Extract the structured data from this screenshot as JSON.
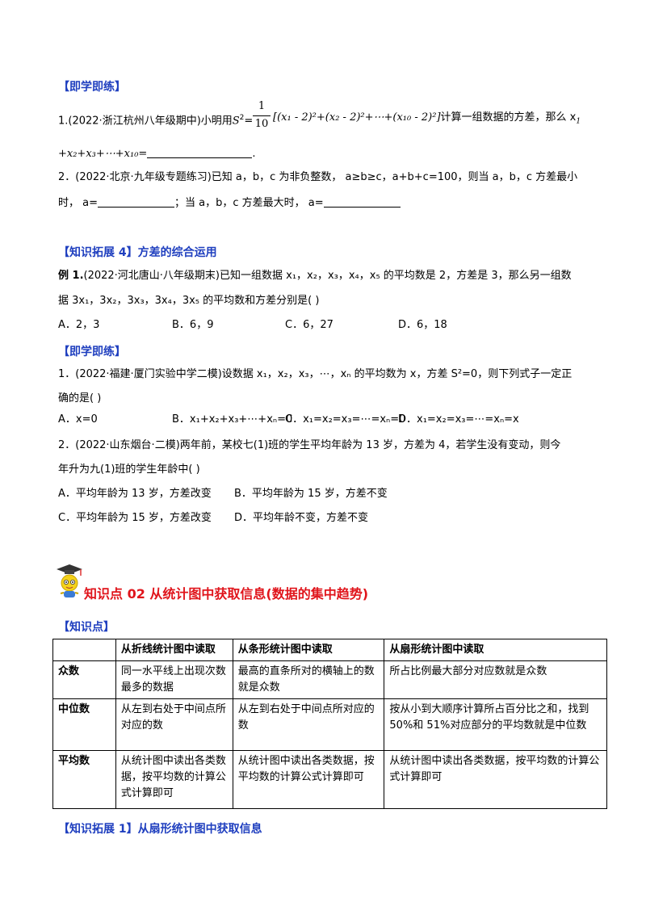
{
  "s1": {
    "tag": "【即学即练】"
  },
  "q1": {
    "prefix": "1.(2022·浙江杭州八年级期中)小明用",
    "s": "S",
    "sup2": "2",
    "eq": "=",
    "num": "1",
    "den": "10",
    "formula": "[(x₁ - 2)²+(x₂ - 2)²+⋯+(x₁₀ - 2)²]",
    "suffix": "计算一组数据的方差，那么 x",
    "sub1": "1",
    "line2": "+x₂+x₃+⋯+x₁₀=",
    "end": "."
  },
  "q2": {
    "line1": "2．(2022·北京·九年级专题练习)已知  a，b，c  为非负整数，  a≥b≥c，a+b+c=100，则当 a，b，c 方差最小",
    "line2a": "时，  a=",
    "line2b": "；当  a，b，c  方差最大时，  a="
  },
  "ext4": {
    "tag": "【知识拓展 4】",
    "title": "方差的综合运用"
  },
  "ex1": {
    "label": "例 1.",
    "line1": "(2022·河北唐山·八年级期末)已知一组数据 x₁，x₂，x₃，x₄，x₅ 的平均数是 2，方差是 3，那么另一组数",
    "line2": "据 3x₁，3x₂，3x₃，3x₄，3x₅ 的平均数和方差分别是(   )",
    "options": [
      "A．2，3",
      "B．6，9",
      "C．6，27",
      "D．6，18"
    ]
  },
  "s2": {
    "tag": "【即学即练】"
  },
  "p1": {
    "line1": "1．(2022·福建·厦门实验中学二模)设数据 x₁，x₂，x₃，⋯，xₙ 的平均数为 x，方差 S²=0，则下列式子一定正",
    "line2": "确的是(       )",
    "options": [
      "A．x=0",
      "B．x₁+x₂+x₃+⋯+xₙ=0",
      "C．x₁=x₂=x₃=⋯=xₙ=0",
      "D．x₁=x₂=x₃=⋯=xₙ=x"
    ]
  },
  "p2": {
    "line1": "2．(2022·山东烟台·二模)两年前，某校七(1)班的学生平均年龄为 13 岁，方差为 4，若学生没有变动，则今",
    "line2": "年升为九(1)班的学生年龄中(       )",
    "optA": "A．平均年龄为 13 岁，方差改变",
    "optB": "B．平均年龄为 15 岁，方差不变",
    "optC": "C．平均年龄为 15 岁，方差改变",
    "optD": "D．平均年龄不变，方差不变"
  },
  "kp2": {
    "title": "知识点 02  从统计图中获取信息(数据的集中趋势)"
  },
  "kd": {
    "tag": "【知识点】"
  },
  "table": {
    "headers": [
      "",
      "从折线统计图中读取",
      "从条形统计图中读取",
      "从扇形统计图中读取"
    ],
    "rows": [
      {
        "label": "众数",
        "c1": "同一水平线上出现次数最多的数据",
        "c2": "最高的直条所对的横轴上的数就是众数",
        "c3": "所占比例最大部分对应数就是众数"
      },
      {
        "label": "中位数",
        "c1": "从左到右处于中间点所对应的数",
        "c2": "从左到右处于中间点所对应的数",
        "c3": "按从小到大顺序计算所占百分比之和，找到 50%和 51%对应部分的平均数就是中位数"
      },
      {
        "label": "平均数",
        "c1": "从统计图中读出各类数据，按平均数的计算公式计算即可",
        "c2": "从统计图中读出各类数据，按平均数的计算公式计算即可",
        "c3": "从统计图中读出各类数据，按平均数的计算公式计算即可"
      }
    ]
  },
  "ext1": {
    "tag": "【知识拓展 1】",
    "title": "从扇形统计图中获取信息"
  }
}
